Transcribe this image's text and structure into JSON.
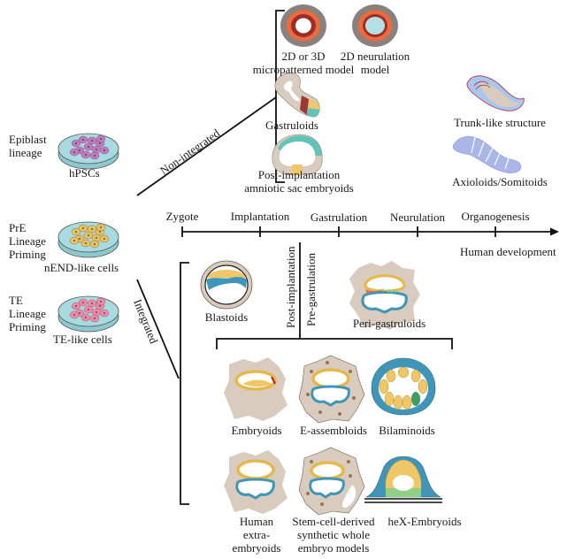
{
  "sources": [
    {
      "lineage": [
        "Epiblast",
        "lineage"
      ],
      "cell_label": "hPSCs",
      "dish_cell_color": "#c07ac0"
    },
    {
      "lineage": [
        "PrE",
        "Lineage",
        "Priming"
      ],
      "cell_label": "nEND-like cells",
      "dish_cell_color": "#e8c25a"
    },
    {
      "lineage": [
        "TE",
        "Lineage",
        "Priming"
      ],
      "cell_label": "TE-like cells",
      "dish_cell_color": "#ee8aa8"
    }
  ],
  "branches": {
    "non_integrated": "Non-integrated",
    "integrated": "Integrated"
  },
  "non_integrated_models": [
    {
      "name": [
        "2D or 3D",
        "micropatterned model"
      ],
      "icon": "micropattern-disc-icon"
    },
    {
      "name": [
        "2D neurulation",
        "model"
      ],
      "icon": "neurulation-disc-icon"
    },
    {
      "name": [
        "Gastruloids"
      ],
      "icon": "gastruloid-icon"
    },
    {
      "name": [
        "Trunk-like structure"
      ],
      "icon": "trunk-like-icon"
    },
    {
      "name": [
        "Post-implantation",
        "amniotic sac embryoids"
      ],
      "icon": "amniotic-sac-icon"
    },
    {
      "name": [
        "Axioloids/Somitoids"
      ],
      "icon": "axioloid-icon"
    }
  ],
  "timeline": {
    "stages": [
      "Zygote",
      "Implantation",
      "Gastrulation",
      "Neurulation",
      "Organogenesis"
    ],
    "axis_label": "Human development"
  },
  "phase_labels": {
    "post_implantation": "Post-implantation",
    "pre_gastrulation": "Pre-gastrulation"
  },
  "integrated_models": {
    "top": [
      {
        "name": [
          "Blastoids"
        ],
        "icon": "blastoid-icon"
      },
      {
        "name": [
          "Peri-gastruloids"
        ],
        "icon": "peri-gastruloid-icon"
      }
    ],
    "row1": [
      {
        "name": [
          "Embryoids"
        ],
        "icon": "embryoid-icon"
      },
      {
        "name": [
          "E-assembloids"
        ],
        "icon": "e-assembloid-icon"
      },
      {
        "name": [
          "Bilaminoids"
        ],
        "icon": "bilaminoid-icon"
      }
    ],
    "row2": [
      {
        "name": [
          "Human",
          "extra-",
          "embryoids"
        ],
        "icon": "human-extraembryoid-icon"
      },
      {
        "name": [
          "Stem-cell-derived",
          "synthetic whole",
          "embryo models"
        ],
        "icon": "synthetic-embryo-icon"
      },
      {
        "name": [
          "heX-Embryoids"
        ],
        "icon": "hex-embryoid-icon"
      }
    ]
  },
  "colors": {
    "line": "#111111",
    "dish": "#a7dbe0",
    "tissue": "#d9cbbd",
    "epiblast_yellow": "#f0c766",
    "hypoblast_blue": "#3f96b8",
    "orange": "#ef6a3a",
    "dark_red": "#9b2e28",
    "gray_ring": "#8a817c",
    "lavender": "#aab6e8",
    "green": "#8fcf86",
    "teal": "#62c3b8"
  }
}
